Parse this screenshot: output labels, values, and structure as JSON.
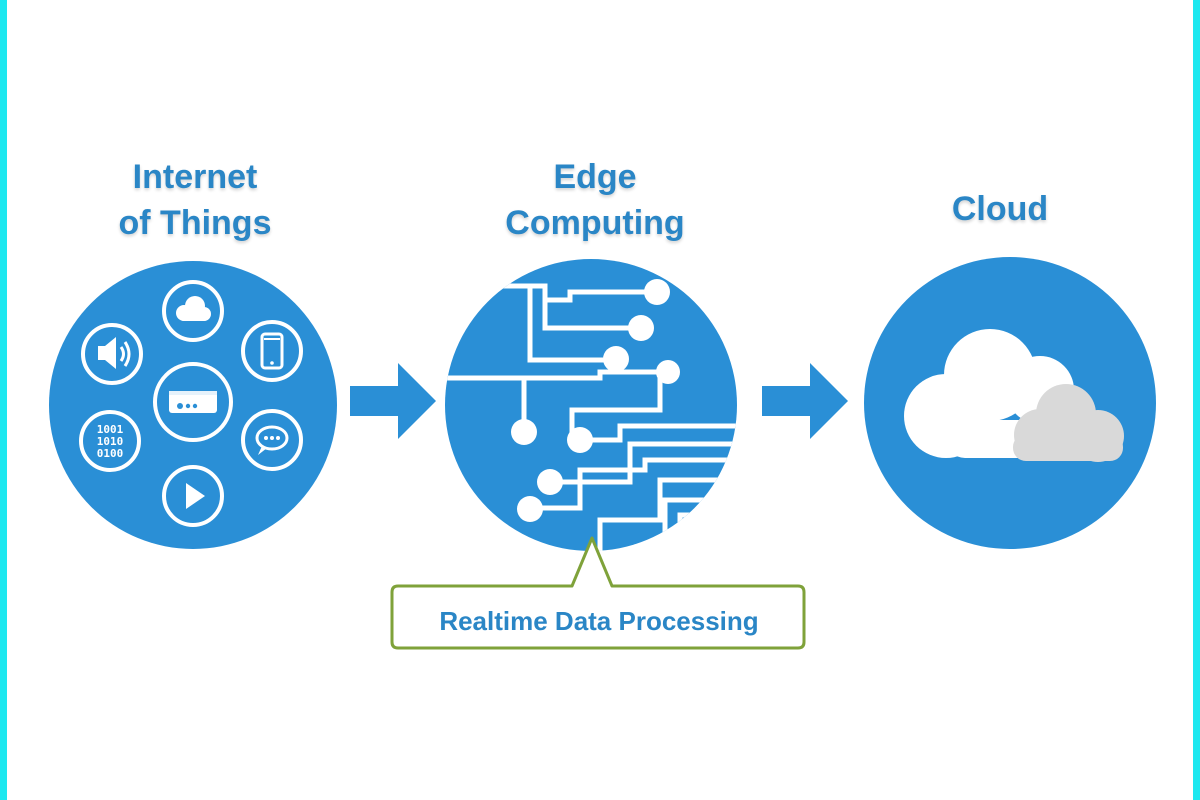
{
  "nodes": [
    {
      "id": "iot",
      "label_line1": "Internet",
      "label_line2": "of Things"
    },
    {
      "id": "edge",
      "label_line1": "Edge",
      "label_line2": "Computing"
    },
    {
      "id": "cloud",
      "label_line1": "Cloud"
    }
  ],
  "callout": {
    "text": "Realtime Data Processing"
  },
  "iot_icons": {
    "binary": [
      "1001",
      "1010",
      "0100"
    ]
  },
  "colors": {
    "circle": "#2a8fd6",
    "label": "#2a86c6",
    "callout_border": "#7fa23a",
    "cloud_white": "#ffffff",
    "cloud_gray": "#d9d9d9"
  }
}
